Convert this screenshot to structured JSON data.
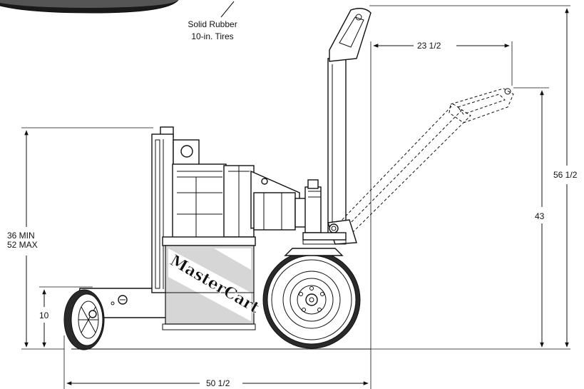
{
  "callout": {
    "line1": "Solid Rubber",
    "line2": "10-in. Tires"
  },
  "dimensions": {
    "handle_reach": "23 1/2",
    "overall_height": "56 1/2",
    "handle_height": "43",
    "hitch_height_min": "36 MIN",
    "hitch_height_max": "52 MAX",
    "caster_height": "10",
    "overall_length": "50 1/2"
  },
  "brand": {
    "logo_text": "MasterCart"
  },
  "colors": {
    "ink": "#111111",
    "shade": "#d6d6d6",
    "tire": "#2a2a2a"
  }
}
